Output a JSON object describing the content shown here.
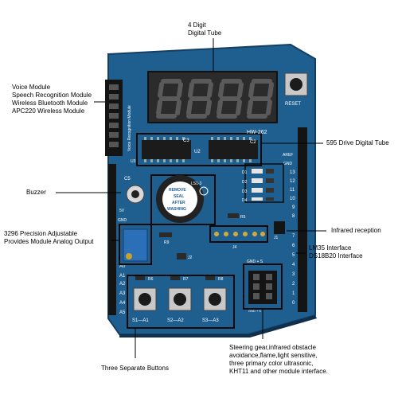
{
  "callouts": {
    "digit_tube": [
      "4 Digit",
      "Digital Tube"
    ],
    "voice_module": [
      "Voice Module",
      "Speech Recognition Module",
      "Wireless Bluetooth Module",
      "APC220 Wireless Module"
    ],
    "drive_tube": "595 Drive Digital Tube",
    "buzzer": "Buzzer",
    "precision": [
      "3296 Precision Adjustable",
      "Provides Module Analog Output"
    ],
    "infrared": "Infrared reception",
    "sensor": [
      "LM35 Interface",
      "DS18B20  Interface"
    ],
    "buttons": "Three Separate Buttons",
    "steering": [
      "Steering gear,infrared obstacle",
      "avoidance,flame,light sensitive,",
      "three primary color ultrasonic,",
      "KHT11 and other module interface."
    ]
  },
  "board": {
    "model": "HW-262",
    "reset_label": "RESET",
    "voice_label": "Voice Recognition Module",
    "buzzer_text": [
      "REMOVE",
      "SEAL",
      "AFTER",
      "WASHING"
    ],
    "digits": "8888",
    "parts": {
      "c5": "C5",
      "c3": "C3",
      "c2": "C2",
      "u2": "U2",
      "u3": "U3",
      "ls": "LS1-3",
      "j1": "J1",
      "j2": "J2",
      "j4": "J4",
      "r5": "R5",
      "r6": "R6",
      "r7": "R7",
      "r8": "R8",
      "r9": "R9",
      "d1": "D1",
      "d2": "D2",
      "d3": "D3",
      "d4": "D4",
      "aref": "AREF",
      "gnd": "GND",
      "5v": "5V",
      "gnd2": "GND",
      "pin_header": "GND + S",
      "pin_header2": "GND + 5"
    },
    "right_pins": [
      "13",
      "12",
      "11",
      "10",
      "9",
      "8",
      "7",
      "6",
      "5",
      "4",
      "3",
      "2",
      "1",
      "0"
    ],
    "left_pins": [
      "A0",
      "A1",
      "A2",
      "A3",
      "A4",
      "A5"
    ],
    "buttons": [
      "S1—A1",
      "S2—A2",
      "S3—A3"
    ]
  },
  "colors": {
    "board": "#1f5f8f",
    "board_edge": "#143f63",
    "pin": "#1b1b1b",
    "silk": "#ffffff",
    "display": "#2b2b2b",
    "segment": "#5a5a5a",
    "pot": "#2b6fb8",
    "buzzer": "#222222"
  }
}
